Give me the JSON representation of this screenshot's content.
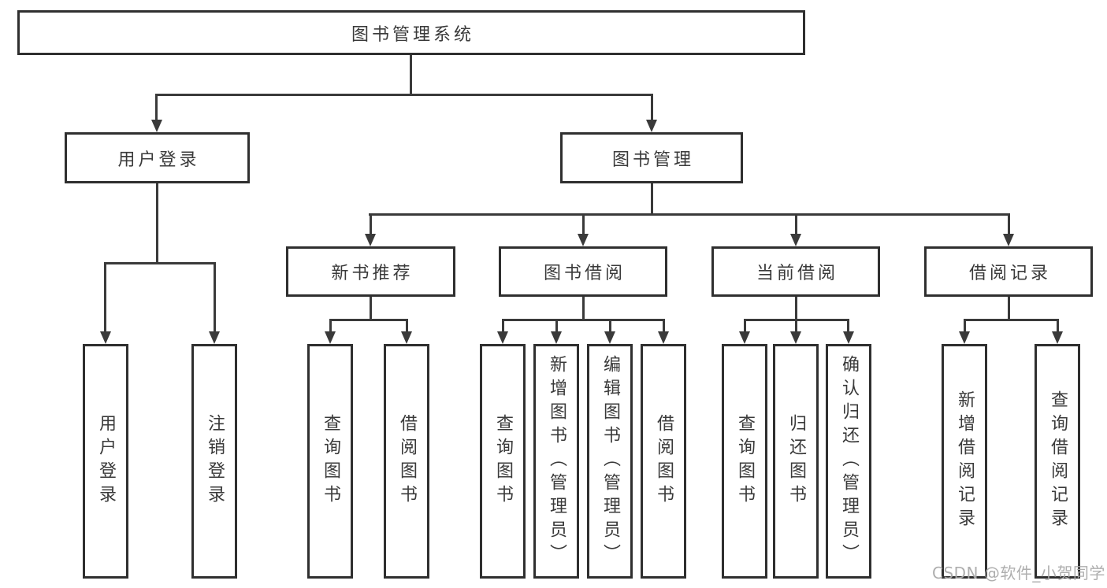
{
  "diagram": {
    "nodes": {
      "root": "图书管理系统",
      "user_login": "用户登录",
      "book_management": "图书管理",
      "new_book_recommend": "新书推荐",
      "book_borrowing": "图书借阅",
      "current_borrowing": "当前借阅",
      "borrowing_records": "借阅记录",
      "leaf_user_login": "用户登录",
      "leaf_logout": "注销登录",
      "leaf_nbr_query_books": "查询图书",
      "leaf_nbr_borrow_books": "借阅图书",
      "leaf_bb_query_books": "查询图书",
      "leaf_bb_add_books": "新增图书（管理员）",
      "leaf_bb_edit_books": "编辑图书（管理员）",
      "leaf_bb_borrow_books": "借阅图书",
      "leaf_cb_query_books": "查询图书",
      "leaf_cb_return_books": "归还图书",
      "leaf_cb_confirm_return": "确认归还（管理员）",
      "leaf_br_add_record": "新增借阅记录",
      "leaf_br_query_record": "查询借阅记录"
    },
    "colors": {
      "line": "#3a3a3a",
      "box_border": "#2f2f2f",
      "text": "#3a3a3a",
      "background": "#ffffff",
      "watermark": "#aaaaaa"
    }
  },
  "watermark": "CSDN @软件_小贺同学"
}
